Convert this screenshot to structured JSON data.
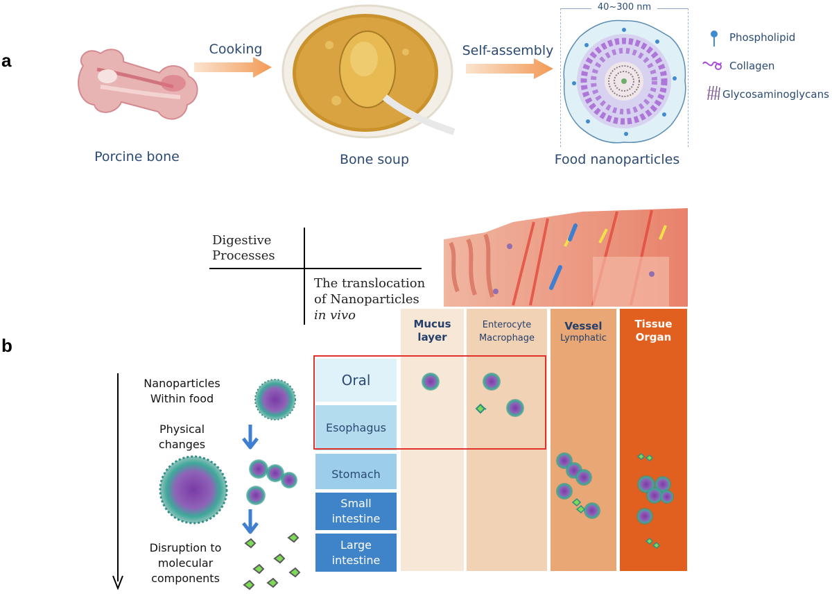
{
  "panel_a": {
    "letter": "a",
    "arrow1_label": "Cooking",
    "arrow2_label": "Self-assembly",
    "caption_bone": "Porcine bone",
    "caption_soup": "Bone soup",
    "caption_nano": "Food nanoparticles",
    "size_label": "40~300 nm",
    "legend": [
      {
        "label": "Phospholipid",
        "icon": "phospholipid-icon"
      },
      {
        "label": "Collagen",
        "icon": "collagen-icon"
      },
      {
        "label": "Glycosaminoglycans",
        "icon": "glycosaminoglycans-icon"
      }
    ]
  },
  "panel_b": {
    "letter": "b",
    "header_row": "Digestive Processes",
    "header_col_line1": "The translocation",
    "header_col_line2": "of Nanoparticles",
    "header_col_line3": "in vivo",
    "left_labels": {
      "within_food": "Nanoparticles Within food",
      "physical": "Physical changes",
      "disruption": "Disruption to molecular components"
    },
    "organs": {
      "oral": "Oral",
      "esophagus": "Esophagus",
      "stomach": "Stomach",
      "small": "Small intestine",
      "large": "Large intestine"
    },
    "columns": {
      "mucus_1": "Mucus",
      "mucus_2": "layer",
      "entero_1": "Enterocyte",
      "entero_2": "Macrophage",
      "vessel_1": "Vessel",
      "vessel_2": "Lymphatic",
      "tissue_1": "Tissue",
      "tissue_2": "Organ"
    },
    "colors": {
      "mucus": "#f6e7d6",
      "enterocyte": "#f2d2b5",
      "vessel": "#e9a775",
      "tissue": "#e1601f",
      "highlight_box": "#e0312b",
      "arrow": "#3f7fcf"
    }
  }
}
